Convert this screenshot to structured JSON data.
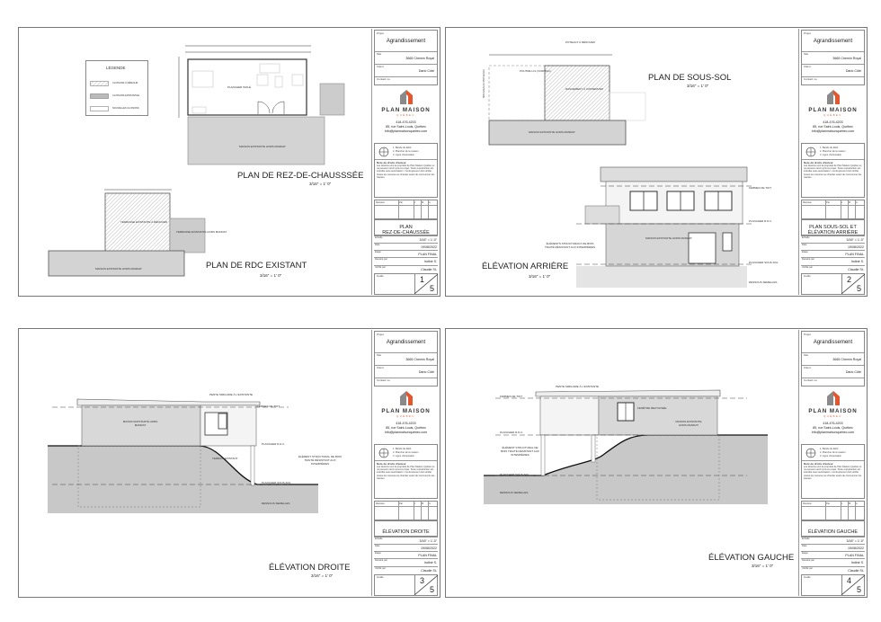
{
  "colors": {
    "logo_red": "#e4572e",
    "logo_gray": "#8a8a8a",
    "existing_wall": "#d3d3d3"
  },
  "title_block": {
    "project_label": "Projet",
    "project": "Agrandissement",
    "address_label": "Site",
    "address": "3665 Chemin Royal",
    "client_label": "Client",
    "client": "Dario Côté",
    "contact_label": "Contact no.",
    "logo_brand": "PLAN MAISON",
    "logo_sub": "QUÉBEC",
    "phone": "418-476-4203",
    "company_address": "85, rue Saint-Louis, Québec",
    "email": "info@planmaisonquebec.com",
    "north_notes": [
      "1. Bande de débit",
      "2. Plancher de la maison",
      "3. Ligne d'orientation"
    ],
    "notes_title": "Note de droits d'auteur",
    "notes": "Les dessins sont la propriété de Plan Maison Québec et ne peuvent servir qu'à ce projet. Toute reproduction est interdite sans autorisation. L'entrepreneur doit vérifier toutes les mesures au chantier avant de commencer les travaux.",
    "table_headers": [
      "Révision",
      "Par",
      "J",
      "M",
      "A"
    ],
    "scale_label": "Échelle",
    "scale": "3/16\" = 1'-0\"",
    "date_label": "Date",
    "date": "19/08/2022",
    "stage_label": "Étape",
    "stage": "PLAN FINAL",
    "drawn_label": "Dessiné par",
    "drawn_by": "Indiné S.",
    "checked_label": "Vérifié par",
    "checked_by": "Claudie St-",
    "sheet_label": "Feuille",
    "total_pages": "5"
  },
  "sheets": [
    {
      "page": "1",
      "sheet_title": [
        "PLAN",
        "REZ-DE-CHAUSSÉE"
      ],
      "drawings": [
        {
          "title": "PLAN DE REZ-DE-CHAUSSSÉE",
          "scale": "3/16\" = 1' 0\""
        },
        {
          "title": "PLAN DE RDC EXISTANT",
          "scale": "3/16\" = 1' 0\""
        }
      ],
      "legend": {
        "title": "LÉGENDE",
        "items": [
          "CLOISONS À DÉMOLIR",
          "CLOISONS EXISTANTES",
          "NOUVELLES CLOISONS"
        ]
      },
      "labels": [
        "PLANCHER ISOLÉ",
        "MAISON EXISTANTE HORS MANDAT",
        "TERRASSE EXISTANTE À RÉNOVER",
        "TERRASSE EXISTANTE HORS MANDAT",
        "MAISON EXISTANTE HORS MANDAT"
      ]
    },
    {
      "page": "2",
      "sheet_title": [
        "PLAN SOUS-SOL ET",
        "ÉLÉVATION ARRIÈRE"
      ],
      "drawings": [
        {
          "title": "PLAN DE SOUS-SOL",
          "scale": "3/16\" = 1' 0\""
        },
        {
          "title": "ÉLÉVATION ARRIÈRE",
          "scale": "3/16\" = 1' 0\""
        }
      ],
      "labels": [
        "POTEAUX À RÉNOVER",
        "POUTRE LVL (VOIR ING)",
        "RANGEMENT À CONSERVER",
        "MAISON EXISTANTE HORS MANDAT",
        "NOUVEAUX POTEAUX",
        "FERMES DE TOIT",
        "PLANCHER R.D.C.",
        "PLANCHER SOUS-SOL",
        "DESSOUS SEMELLES",
        "MAISON EXISTANTE HORS MANDAT",
        "ÉLÉMENTS STRUCTURAUX DE BOIS TRAITÉ RÉSISTANT AUX INTEMPÉRIES"
      ]
    },
    {
      "page": "3",
      "sheet_title": [
        "ÉLÉVATION DROITE"
      ],
      "drawings": [
        {
          "title": "ÉLÉVATION DROITE",
          "scale": "3/16\" = 1' 0\""
        }
      ],
      "labels": [
        "PENTE SIMILAIRE À L'EXISTANTE",
        "FERMES DE TOIT",
        "MAISON EXISTANTE HORS MANDAT",
        "PLANCHER R.D.C.",
        "TERRAIN EXISTANT",
        "ÉLÉMENT STRUCTURAL DE BOIS TRAITÉ RÉSISTANT AUX INTEMPÉRIES",
        "PLANCHER SOUS-SOL",
        "DESSOUS SEMELLES"
      ]
    },
    {
      "page": "4",
      "sheet_title": [
        "ÉLÉVATION GAUCHE"
      ],
      "drawings": [
        {
          "title": "ÉLÉVATION GAUCHE",
          "scale": "3/16\" = 1' 0\""
        }
      ],
      "labels": [
        "PENTE SIMILAIRE À L'EXISTANTE",
        "FERMES DE TOIT",
        "FENÊTRE REUTILISÉE",
        "MAISON EXISTANTE HORS MANDAT",
        "PLANCHER R.D.C.",
        "ÉLÉMENT STRUCTURAL DE BOIS TRAITÉ RÉSISTANT AUX INTEMPÉRIES",
        "PLANCHER SOUS-SOL",
        "DESSOUS SEMELLES"
      ]
    }
  ]
}
